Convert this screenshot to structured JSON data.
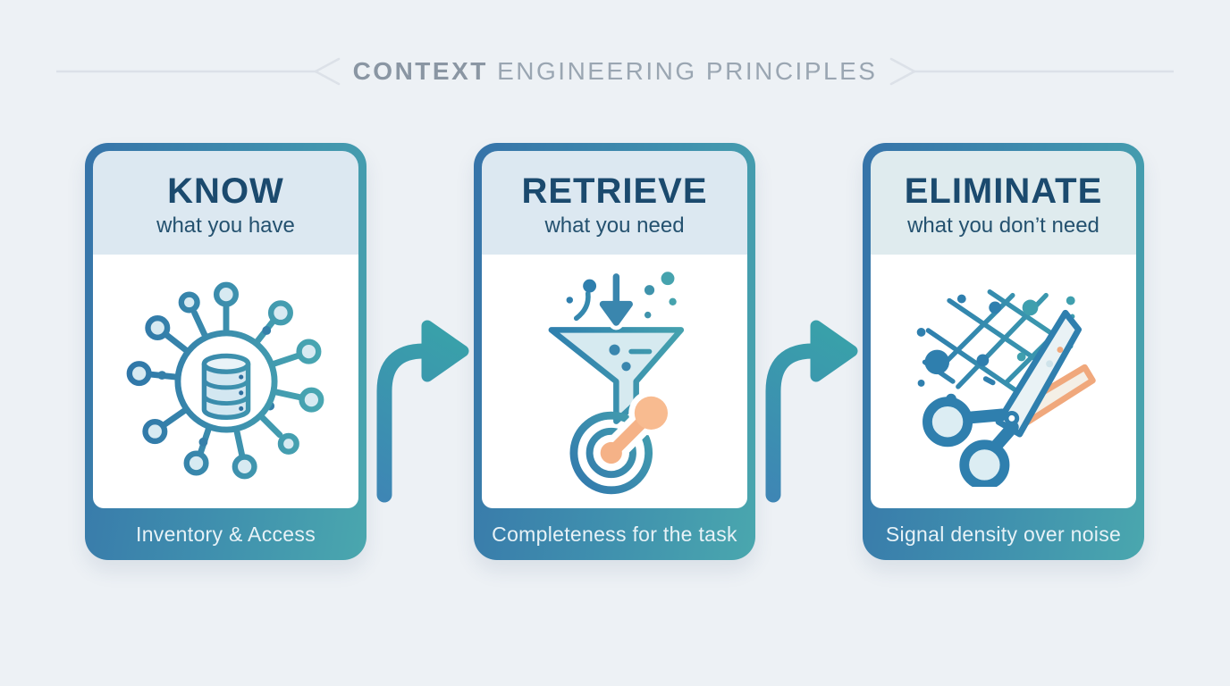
{
  "title": {
    "bold": "CONTEXT",
    "regular": "ENGINEERING PRINCIPLES"
  },
  "cards": [
    {
      "heading": "KNOW",
      "subheading": "what you have",
      "icon": "network-database-icon",
      "footer": "Inventory & Access"
    },
    {
      "heading": "RETRIEVE",
      "subheading": "what you need",
      "icon": "funnel-target-icon",
      "footer": "Completeness for the task"
    },
    {
      "heading": "ELIMINATE",
      "subheading": "what you don’t need",
      "icon": "scissors-noise-icon",
      "footer": "Signal density over noise"
    }
  ],
  "arrows": [
    {
      "from": "KNOW",
      "to": "RETRIEVE",
      "direction": "right"
    },
    {
      "from": "RETRIEVE",
      "to": "ELIMINATE",
      "direction": "right"
    }
  ],
  "colors": {
    "background": "#edf1f5",
    "card_gradient_start": "#3673a9",
    "card_gradient_end": "#4aa7ae",
    "header_bg": "#dce8f1",
    "heading_text": "#1b4a6e",
    "subheading_text": "#24516f",
    "footer_text": "#e7f2f7",
    "title_bold_text": "#8a96a3",
    "title_regular_text": "#9aa6b2",
    "icon_blue": "#2f7fae",
    "icon_teal": "#46a3ae",
    "accent_orange": "#f5b287"
  }
}
